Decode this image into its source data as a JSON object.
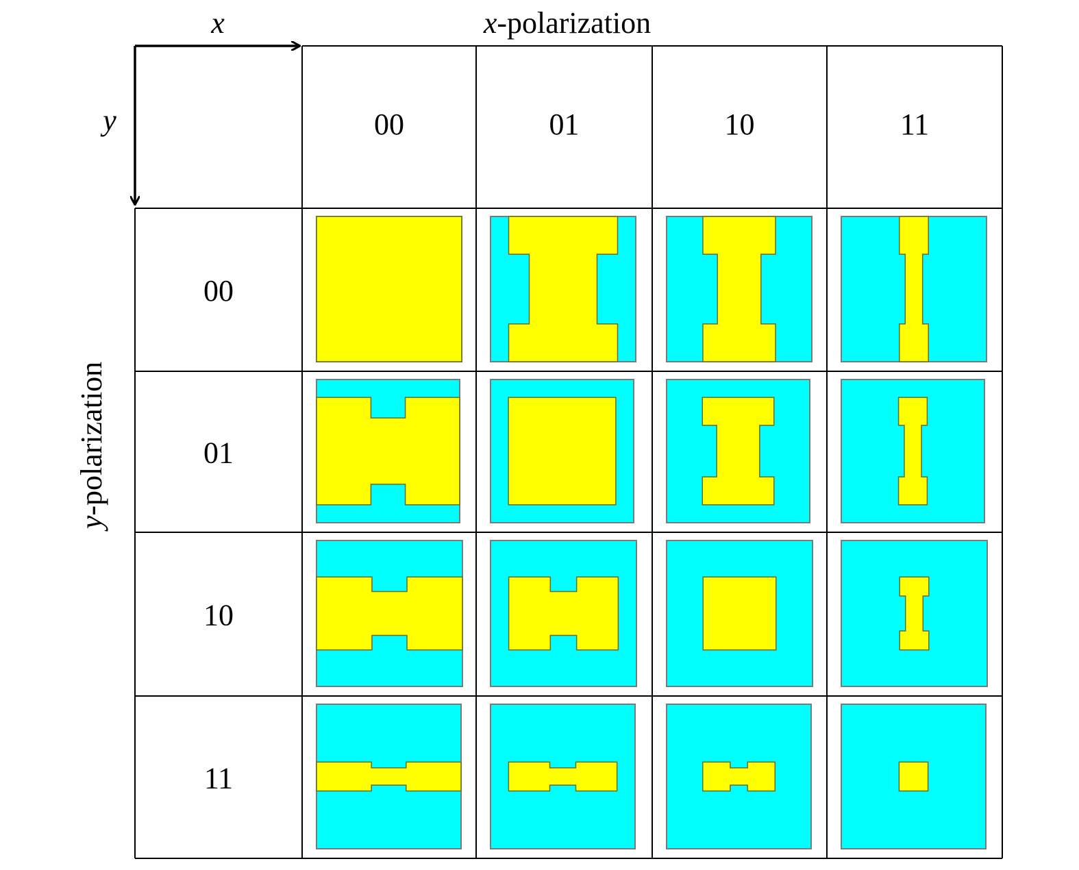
{
  "axes": {
    "x_symbol": "x",
    "y_symbol": "y",
    "x_title_symbol": "x",
    "x_title_rest": "-polarization",
    "y_title_symbol": "y",
    "y_title_rest": "-polarization"
  },
  "columns": [
    "00",
    "01",
    "10",
    "11"
  ],
  "rows": [
    "00",
    "01",
    "10",
    "11"
  ],
  "colors": {
    "substrate": "#00ffff",
    "metal": "#ffff00",
    "grid_line": "#000000",
    "outline": "#7a7a7a"
  },
  "unit_cell_shapes": "patch: x-states set patch width and y-states set patch height; mixed states produce H/I shaped patches",
  "patch_levels": [
    1.0,
    0.75,
    0.5,
    0.2
  ]
}
